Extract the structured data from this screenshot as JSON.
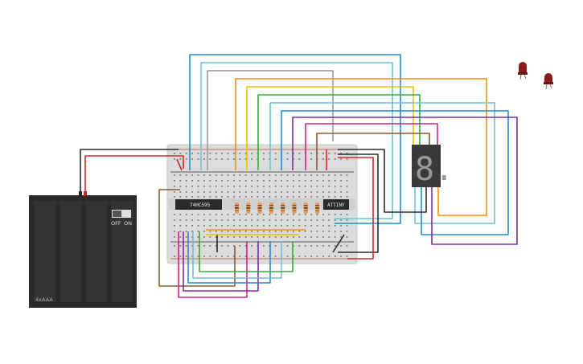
{
  "battery": {
    "label": "4xAAA",
    "switch_off": "OFF",
    "switch_on": "ON"
  },
  "chips": {
    "shift_register": "74HC595",
    "microcontroller": "ATTINY"
  },
  "display": {
    "digit": "8."
  },
  "colors": {
    "red": "#d62728",
    "black": "#2b2b2b",
    "blue": "#1f8fcf",
    "light_blue": "#6fc3d6",
    "grey": "#9a9a9a",
    "orange": "#f0900a",
    "yellow": "#e8c400",
    "green": "#3aab3a",
    "purple": "#7b2fa0",
    "magenta": "#c8278a",
    "brown": "#8c5a2b",
    "led_red": "#8b1a1a"
  },
  "icons": [
    "battery-pack-icon",
    "breadboard-icon",
    "seven-segment-display-icon",
    "led-icon",
    "resistor-icon",
    "ic-chip-icon"
  ]
}
